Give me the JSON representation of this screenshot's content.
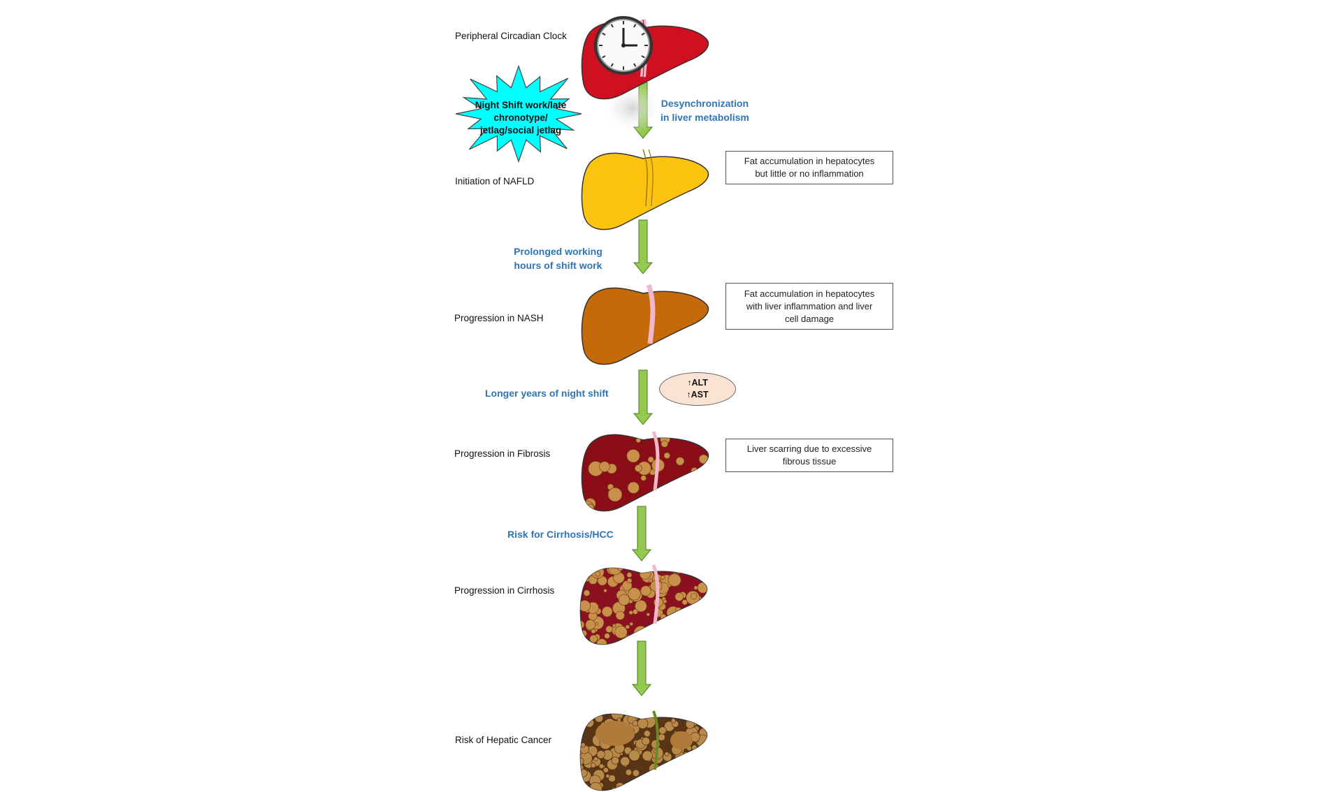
{
  "stages": [
    {
      "label": "Peripheral Circadian Clock"
    },
    {
      "label": "Initiation of NAFLD"
    },
    {
      "label": "Progression in NASH"
    },
    {
      "label": "Progression in Fibrosis"
    },
    {
      "label": "Progression in Cirrhosis"
    },
    {
      "label": "Risk of Hepatic Cancer"
    }
  ],
  "transitions": [
    {
      "lines": [
        "Desynchronization",
        "in liver metabolism"
      ]
    },
    {
      "lines": [
        "Prolonged working",
        "hours of shift work"
      ]
    },
    {
      "lines": [
        "Longer years of night shift"
      ]
    },
    {
      "lines": [
        "Risk for Cirrhosis/HCC"
      ]
    }
  ],
  "descriptions": [
    {
      "lines": [
        "Fat accumulation in hepatocytes",
        "but little or no inflammation"
      ]
    },
    {
      "lines": [
        "Fat accumulation in hepatocytes",
        "with liver inflammation and liver",
        "cell damage"
      ]
    },
    {
      "lines": [
        "Liver scarring due to excessive",
        "fibrous tissue"
      ]
    }
  ],
  "starburst": {
    "lines": [
      "Night Shift work/late",
      "chronotype/",
      "jetlag/social jetlag"
    ]
  },
  "enzymes": {
    "lines": [
      "↑ALT",
      "↑AST"
    ]
  },
  "colors": {
    "liver_clock": "#cf1020",
    "liver_nafld": "#fcc40f",
    "liver_nash": "#c56a09",
    "liver_fibrosis": "#8b0d18",
    "liver_cirrhosis": "#8b1020",
    "liver_cancer": "#5a3515",
    "nodule": "#c8904a",
    "arrow": "#92c94f",
    "starburst": "#00ffff",
    "transition_text": "#2e75b6",
    "enzyme_fill": "#fbe3d4"
  },
  "icons": [
    "clock-icon",
    "starburst-icon",
    "down-arrow-icon"
  ]
}
